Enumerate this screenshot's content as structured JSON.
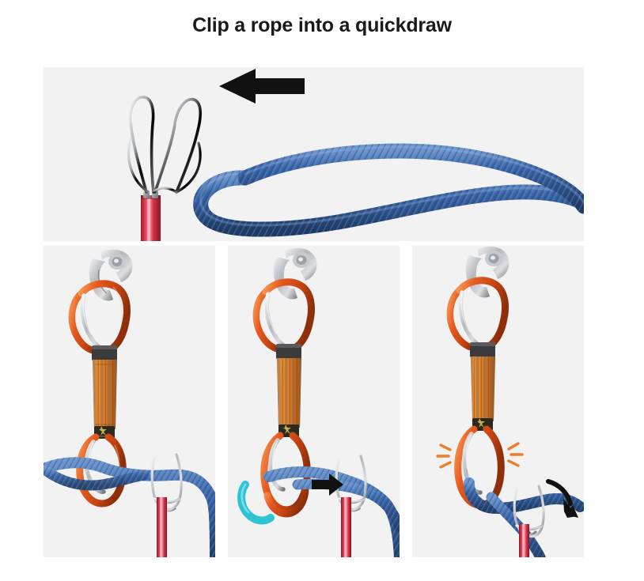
{
  "page": {
    "title": "Clip a rope into a quickdraw",
    "background_color": "#ffffff",
    "panel_background_color": "#f2f2f3"
  },
  "colors": {
    "rope_blue": "#34609f",
    "rope_blue_dark": "#24416f",
    "rope_blue_light": "#5b87c4",
    "pole_red": "#d6334a",
    "pole_red_dark": "#9c1a2c",
    "pole_red_light": "#f06a7d",
    "carabiner_orange": "#e4591f",
    "carabiner_orange_dark": "#a8380f",
    "carabiner_orange_light": "#f58c4a",
    "sling_orange": "#e07a20",
    "steel_gray": "#b9bcbf",
    "steel_gray_dark": "#7a7e82",
    "steel_gray_light": "#e4e6e8",
    "arrow_black": "#111111",
    "gate_teal": "#2ec4d4",
    "spark_orange": "#ef7c28",
    "webbing_dark": "#3b3b3d",
    "label_dark": "#2a2a1e",
    "label_gold": "#c9b24a"
  },
  "panels": [
    {
      "id": "panel-top",
      "name": "clip-stick-and-rope-panel",
      "step": 0,
      "caption": "",
      "objects": [
        {
          "name": "clip-stick-wire-fork",
          "kind": "wire-fork",
          "material": "stainless-steel"
        },
        {
          "name": "clip-stick-pole",
          "kind": "pole",
          "material": "red-anodized-aluminum"
        },
        {
          "name": "rope-loop",
          "kind": "rope",
          "color": "blue",
          "shape": "bight-loop"
        },
        {
          "name": "direction-arrow",
          "kind": "arrow",
          "direction": "left",
          "style": "straight"
        }
      ]
    },
    {
      "id": "panel-1",
      "name": "step-1-rope-held-below-quickdraw",
      "step": 1,
      "caption": "",
      "objects": [
        {
          "name": "bolt-hanger",
          "kind": "hanger",
          "material": "stainless-steel"
        },
        {
          "name": "upper-carabiner",
          "kind": "carabiner",
          "color": "orange"
        },
        {
          "name": "dogbone-sling",
          "kind": "sling",
          "color": "orange"
        },
        {
          "name": "lower-carabiner",
          "kind": "carabiner",
          "color": "orange"
        },
        {
          "name": "rope",
          "kind": "rope",
          "color": "blue"
        },
        {
          "name": "clip-stick-wire-fork",
          "kind": "wire-fork",
          "material": "stainless-steel"
        },
        {
          "name": "clip-stick-pole",
          "kind": "pole",
          "material": "red-anodized-aluminum"
        }
      ]
    },
    {
      "id": "panel-2",
      "name": "step-2-rope-pushed-through-gate",
      "step": 2,
      "caption": "",
      "objects": [
        {
          "name": "bolt-hanger",
          "kind": "hanger",
          "material": "stainless-steel"
        },
        {
          "name": "upper-carabiner",
          "kind": "carabiner",
          "color": "orange"
        },
        {
          "name": "dogbone-sling",
          "kind": "sling",
          "color": "orange"
        },
        {
          "name": "lower-carabiner",
          "kind": "carabiner",
          "color": "orange"
        },
        {
          "name": "gate-highlight",
          "kind": "highlight",
          "color": "teal"
        },
        {
          "name": "rope",
          "kind": "rope",
          "color": "blue"
        },
        {
          "name": "clip-stick-wire-fork",
          "kind": "wire-fork",
          "material": "stainless-steel"
        },
        {
          "name": "clip-stick-pole",
          "kind": "pole",
          "material": "red-anodized-aluminum"
        },
        {
          "name": "direction-arrow",
          "kind": "arrow",
          "direction": "right",
          "style": "straight"
        }
      ]
    },
    {
      "id": "panel-3",
      "name": "step-3-rope-clipped-gate-snaps-shut",
      "step": 3,
      "caption": "",
      "objects": [
        {
          "name": "bolt-hanger",
          "kind": "hanger",
          "material": "stainless-steel"
        },
        {
          "name": "upper-carabiner",
          "kind": "carabiner",
          "color": "orange"
        },
        {
          "name": "dogbone-sling",
          "kind": "sling",
          "color": "orange"
        },
        {
          "name": "lower-carabiner",
          "kind": "carabiner",
          "color": "orange"
        },
        {
          "name": "gate-snap-sparks",
          "kind": "spark-marks",
          "color": "orange",
          "count": 6
        },
        {
          "name": "rope",
          "kind": "rope",
          "color": "blue"
        },
        {
          "name": "clip-stick-wire-fork",
          "kind": "wire-fork",
          "material": "stainless-steel"
        },
        {
          "name": "clip-stick-pole",
          "kind": "pole",
          "material": "red-anodized-aluminum"
        },
        {
          "name": "direction-arrow",
          "kind": "arrow",
          "direction": "down-right",
          "style": "curved"
        }
      ]
    }
  ]
}
